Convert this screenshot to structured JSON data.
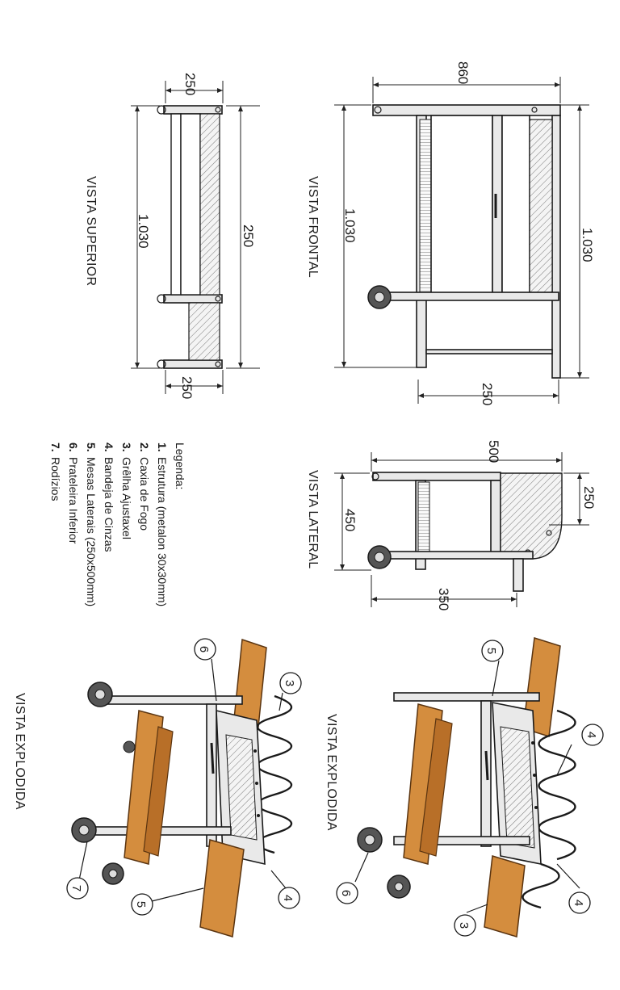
{
  "views": {
    "frontal": "VISTA FRONTAL",
    "superior": "VISTA SUPERIOR",
    "lateral": "VISTA LATERAL",
    "explodida_1": "VISTA EXPLODIDA",
    "explodida_2": "VISTA EXPLODIDA"
  },
  "dimensions": {
    "frontal_width_top": "860",
    "frontal_height_right": "1.030",
    "frontal_height_left": "1.030",
    "frontal_bottom": "250",
    "superior_top": "250",
    "superior_right": "250",
    "superior_left": "1.030",
    "superior_bottom": "250",
    "lateral_top": "500",
    "lateral_right": "250",
    "lateral_left": "450",
    "lateral_bottom": "350"
  },
  "legend": {
    "title": "Legenda:",
    "items": [
      {
        "num": "1.",
        "text": "Estrutura (metalon 30x30mm)"
      },
      {
        "num": "2.",
        "text": "Caxia de Fogo"
      },
      {
        "num": "3.",
        "text": "Grêlha Ajustaxel"
      },
      {
        "num": "4.",
        "text": "Bandeja de Cinzas"
      },
      {
        "num": "5.",
        "text": "Mesas Laterais (250x500mm)"
      },
      {
        "num": "6.",
        "text": "Prateleira Inferior"
      },
      {
        "num": "7.",
        "text": "Rodízios"
      }
    ]
  },
  "callouts": {
    "e1_5": "5",
    "e1_4a": "4",
    "e1_4b": "4",
    "e1_6": "6",
    "e1_3": "3",
    "e2_6": "6",
    "e2_3": "3",
    "e2_4": "4",
    "e2_7": "7",
    "e2_5": "5"
  },
  "colors": {
    "wood": "#d48d3e",
    "line": "#1a1a1a"
  }
}
